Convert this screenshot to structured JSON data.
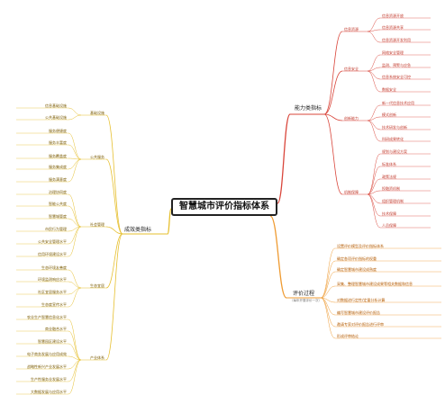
{
  "root": "智慧城市评价指标体系",
  "capability": {
    "title": "能力类指标",
    "groups": [
      {
        "name": "信息资源",
        "items": [
          "信息资源开放",
          "信息资源共享",
          "信息资源开发利用"
        ]
      },
      {
        "name": "信息安全",
        "items": [
          "网络安全管理",
          "监测、预警与应急",
          "信息系统安全可控",
          "数据安全"
        ]
      },
      {
        "name": "创新能力",
        "items": [
          "新一代信息技术应用",
          "模式创新",
          "技术研发与创新",
          "科研成果转化"
        ]
      },
      {
        "name": "机制保障",
        "items": [
          "规划与建设方案",
          "标准体系",
          "政策法规",
          "投融资机制",
          "组织管理机制",
          "技术保障",
          "人员保障"
        ]
      }
    ]
  },
  "results": {
    "title": "成效类指标",
    "groups": [
      {
        "name": "基础设施",
        "items": [
          "信息基础设施",
          "公共基础设施"
        ]
      },
      {
        "name": "公共服务",
        "items": [
          "服务便捷度",
          "服务丰富度",
          "服务覆盖度",
          "服务集成度",
          "服务满意度"
        ]
      },
      {
        "name": "社会管理",
        "items": [
          "治理协同度",
          "智能公共度",
          "智慧城管度",
          "市民行为管理",
          "公共安全管理水平",
          "信用环境建设水平"
        ]
      },
      {
        "name": "生态宜居",
        "items": [
          "生态环境友善度",
          "环境监测响应水平",
          "社区宜居服务水平",
          "生态度宣传水平"
        ]
      },
      {
        "name": "产业体系",
        "items": [
          "农业生产智慧信息化水平",
          "商业融合水平",
          "智慧园区建设水平",
          "电子商务发展与应用成效",
          "战略性新兴产业发展水平",
          "生产性服务业发展水平",
          "大数据发展与应用水平"
        ]
      }
    ]
  },
  "process": {
    "title": "评价过程",
    "subtitle": "（每年开展评价一次）",
    "items": [
      "设置评价模型及评价指标体系",
      "确定各项评价指标的权重",
      "确定智慧城市建设成熟度",
      "采集、整理智慧城市建设成果等相关数据和信息",
      "对数据进行定性/定量分析计算",
      "编写智慧城市建设评价报告",
      "邀请专家对评价报告进行评审",
      "形成评审结论"
    ]
  }
}
